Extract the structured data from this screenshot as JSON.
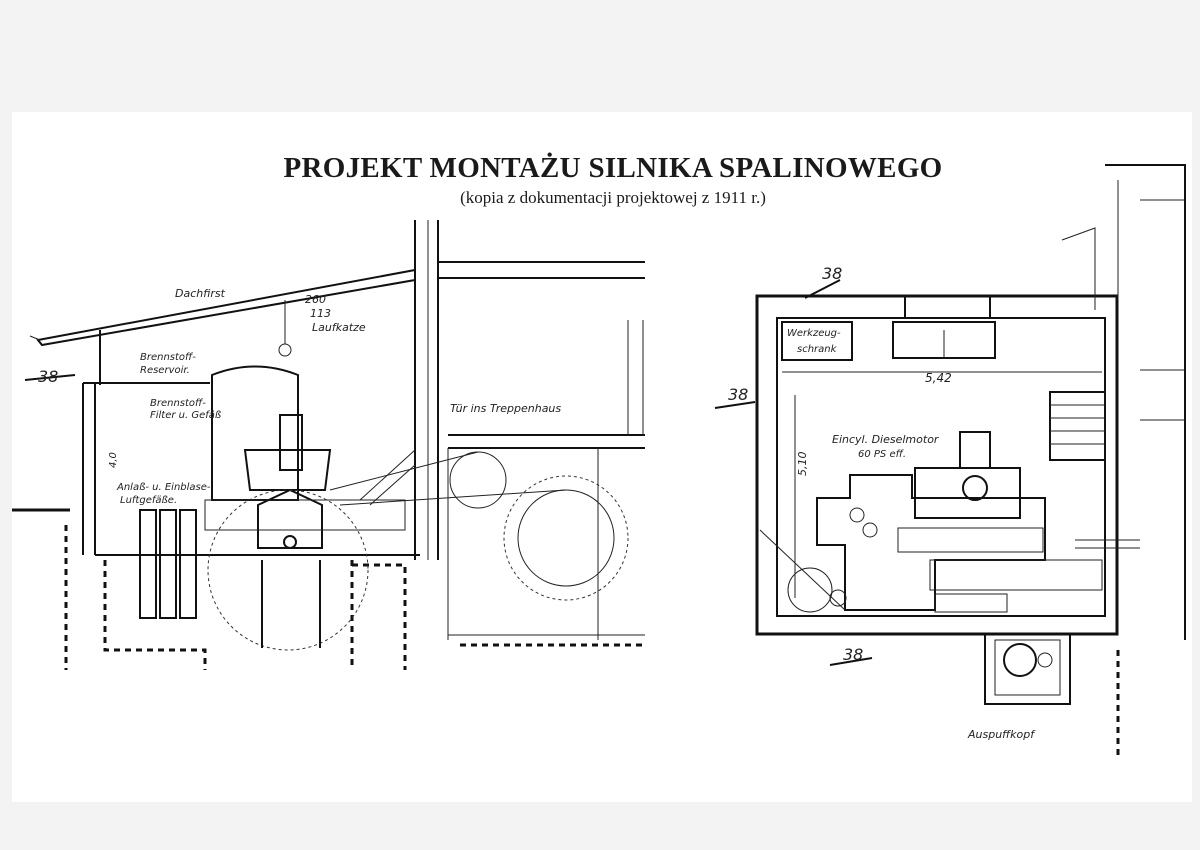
{
  "document": {
    "title": "PROJEKT MONTAŻU SILNIKA SPALINOWEGO",
    "subtitle": "(kopia z dokumentacji projektowej z 1911 r.)"
  },
  "section_view": {
    "section_mark": "38",
    "labels": {
      "roof": "Dachfirst",
      "crane_a": "260",
      "crane_b": "113",
      "crane_c": "Laufkatze",
      "fuel_1": "Brennstoff-",
      "fuel_2": "Reservoir.",
      "filter_1": "Brennstoff-",
      "filter_2": "Filter u. Gefäß",
      "tank_1": "Anlaß- u. Einblase-",
      "tank_2": "Luftgefäße.",
      "stair": "Tür ins Treppenhaus",
      "height": "4,0"
    }
  },
  "plan_view": {
    "section_mark_top": "38",
    "section_mark_left": "38",
    "section_mark_bottom": "38",
    "labels": {
      "cabinet_1": "Werkzeug-",
      "cabinet_2": "schrank",
      "width": "5,42",
      "depth": "5,10",
      "motor_1": "Eincyl. Dieselmotor",
      "motor_2": "60 PS eff.",
      "exhaust": "Auspuffkopf"
    }
  }
}
